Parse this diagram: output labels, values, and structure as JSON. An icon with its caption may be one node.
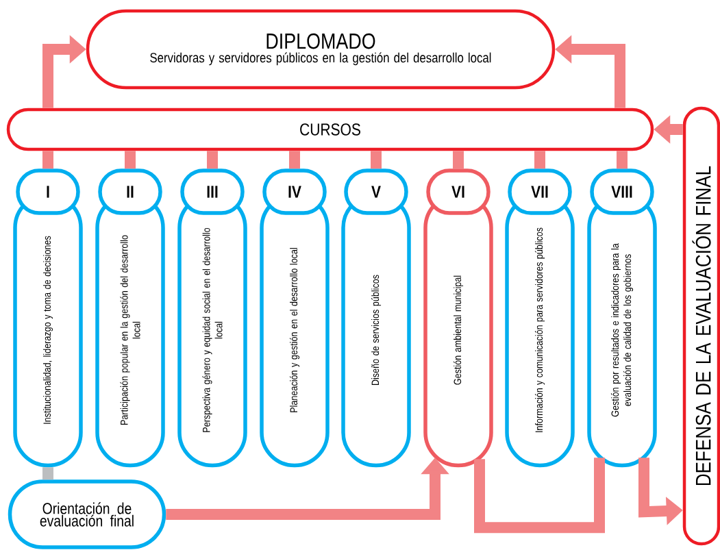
{
  "diagram": {
    "nodes": [
      {
        "text": [
          "DIPLOMADO",
          "Servidoras y servidores públicos en la gestión del desarrollo local"
        ]
      },
      {
        "text": [
          "CURSOS"
        ]
      },
      {
        "text": [
          "I"
        ]
      },
      {
        "text": [
          "II"
        ]
      },
      {
        "text": [
          "III"
        ]
      },
      {
        "text": [
          "IV"
        ]
      },
      {
        "text": [
          "V"
        ]
      },
      {
        "text": [
          "VI"
        ]
      },
      {
        "text": [
          "VII"
        ]
      },
      {
        "text": [
          "VIII"
        ]
      },
      {
        "text": [
          "Institucionalidad, liderazgo y toma de decisiones"
        ]
      },
      {
        "text": [
          "Participación popular en la gestión del desarrollo local"
        ]
      },
      {
        "text": [
          "Perspectiva género y equidad social en el desarrollo local"
        ]
      },
      {
        "text": [
          "Planeación y gestión en el desarrollo local"
        ]
      },
      {
        "text": [
          "Diseño de servicios públicos"
        ]
      },
      {
        "text": [
          "Gestión ambiental municipal"
        ]
      },
      {
        "text": [
          "Información y comunicación para servidores públicos"
        ]
      },
      {
        "text": [
          "Gestión por resultados e indicadores para la evaluación de calidad de los gobiernos"
        ]
      },
      {
        "text": [
          "Orientación de evaluación final"
        ]
      },
      {
        "text": [
          "DEFENSA DE LA EVALUACIÓN FINAL"
        ]
      }
    ],
    "edges": [
      {
        "from": 1,
        "to": 0,
        "arrow": "to"
      },
      {
        "from": 1,
        "to": 0,
        "arrow": "to"
      },
      {
        "from": 2,
        "to": 1,
        "arrow": "none"
      },
      {
        "from": 3,
        "to": 1,
        "arrow": "none"
      },
      {
        "from": 4,
        "to": 1,
        "arrow": "none"
      },
      {
        "from": 5,
        "to": 1,
        "arrow": "none"
      },
      {
        "from": 6,
        "to": 1,
        "arrow": "none"
      },
      {
        "from": 7,
        "to": 1,
        "arrow": "none"
      },
      {
        "from": 8,
        "to": 1,
        "arrow": "none"
      },
      {
        "from": 9,
        "to": 1,
        "arrow": "none"
      },
      {
        "from": 10,
        "to": 18,
        "arrow": "none",
        "color": "#bcbec0"
      },
      {
        "from": 18,
        "to": 15,
        "arrow": "to"
      },
      {
        "from": 15,
        "to": 17,
        "arrow": "none"
      },
      {
        "from": 17,
        "to": 19,
        "arrow": "to"
      },
      {
        "from": 19,
        "to": 1,
        "arrow": "to"
      }
    ]
  }
}
